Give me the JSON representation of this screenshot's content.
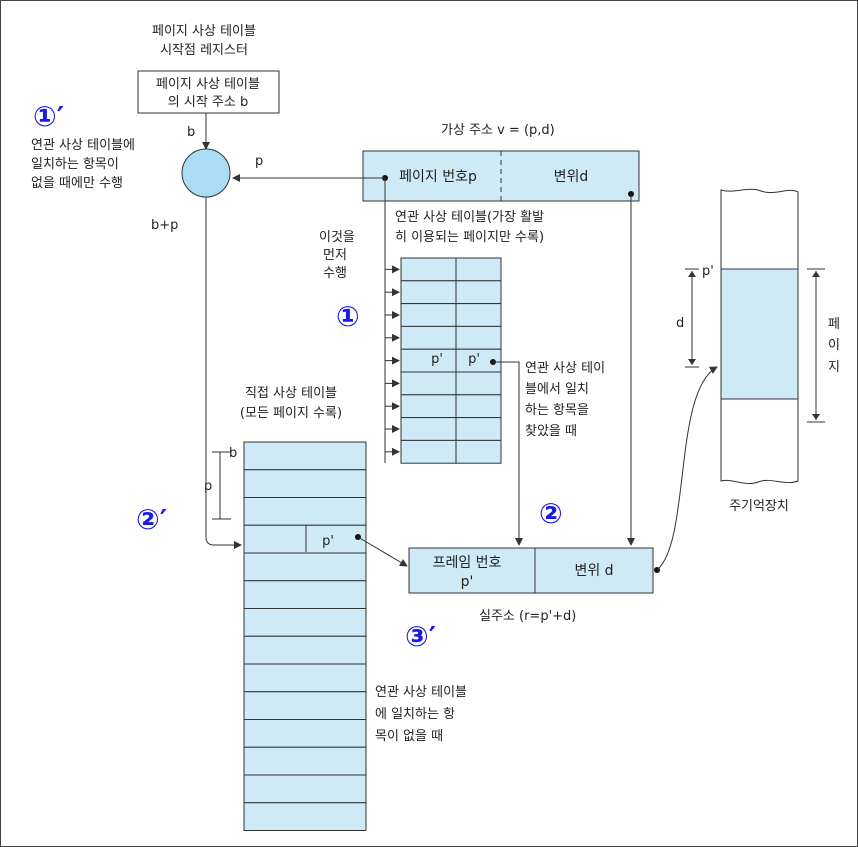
{
  "labels": {
    "pt_origin_register": [
      "페이지 사상 테이블",
      "시작점 레지스터"
    ],
    "pt_origin_box": [
      "페이지 사상 테이블",
      "의 시작 주소 b"
    ],
    "b": "b",
    "p_arrow": "p",
    "b_plus_p": "b+p",
    "virtual_address": "가상 주소  v = (p,d)",
    "va_page": "페이지 번호p",
    "va_offset": "변위d",
    "assoc_title": [
      "연관 사상 테이블(가장 활발",
      "히 이용되는 페이지만 수록)"
    ],
    "do_first": [
      "이것을",
      "먼저",
      "수행"
    ],
    "assoc_entry_p1": "p'",
    "assoc_entry_p2": "p'",
    "assoc_found": [
      "연관 사상 테이",
      "블에서 일치",
      "하는 항목을",
      "찾았을 때"
    ],
    "assoc_miss_note": [
      "연관 사상 테이블에",
      "일치하는 항목이",
      "없을 때에만 수행"
    ],
    "direct_title": [
      "직접 사상 테이블",
      "(모든 페이지 수록)"
    ],
    "direct_b": "b",
    "direct_p": "p",
    "direct_entry": "p'",
    "frame_label": [
      "프레임 번호",
      "p'"
    ],
    "real_offset": "변위  d",
    "real_address": "실주소  (r=p'+d)",
    "direct_note": [
      "연관 사상 테이블",
      "에 일치하는 항",
      "목이 없을 때"
    ],
    "mem_p": "p'",
    "mem_d": "d",
    "mem_page": [
      "페",
      "이",
      "지"
    ],
    "main_memory": "주기억장치"
  },
  "markers": {
    "one": "①",
    "one_prime": "①′",
    "two": "②",
    "two_prime": "②′",
    "three_prime": "③′"
  },
  "colors": {
    "box_fill": "#cfeaf7",
    "circle_fill": "#aadcf5",
    "marker": "#1a1ae6"
  }
}
